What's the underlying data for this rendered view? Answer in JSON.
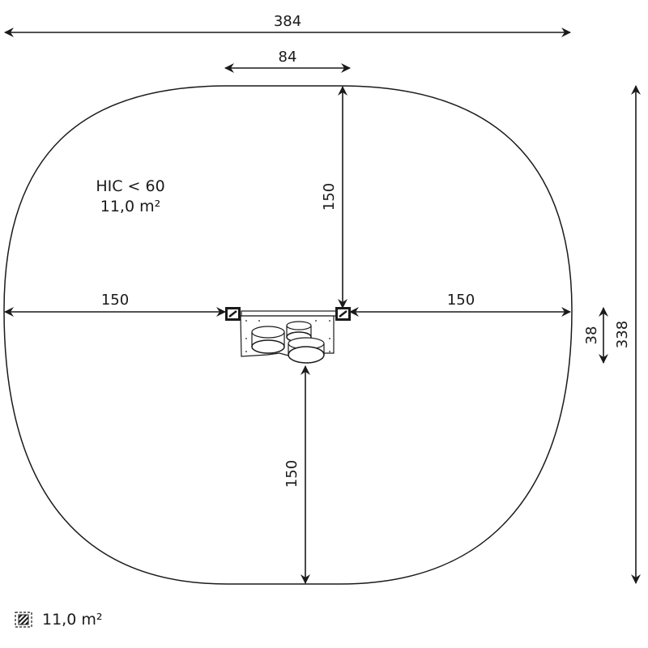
{
  "diagram": {
    "zone_label": {
      "hic": "HIC < 60",
      "area": "11,0 m²"
    },
    "dimensions": {
      "overall_width": "384",
      "equipment_width": "84",
      "left_clearance": "150",
      "right_clearance": "150",
      "top_clearance": "150",
      "bottom_clearance": "150",
      "equipment_depth": "38",
      "overall_depth": "338"
    },
    "colors": {
      "line": "#1a1a1a",
      "background": "#ffffff"
    }
  },
  "legend": {
    "icon": "hatched-area-icon",
    "value": "11,0 m²"
  }
}
